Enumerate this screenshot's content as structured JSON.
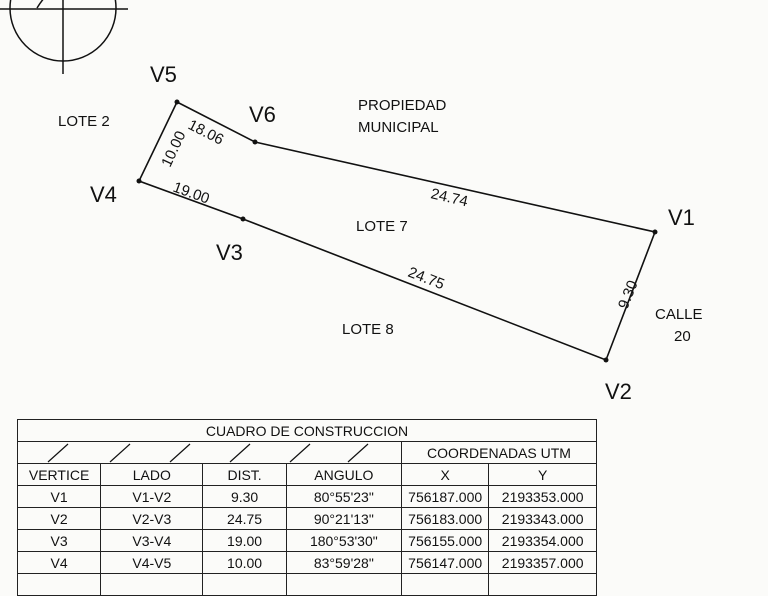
{
  "plan": {
    "labels": {
      "lote2": "LOTE 2",
      "propiedad_line1": "PROPIEDAD",
      "propiedad_line2": "MUNICIPAL",
      "lote7": "LOTE 7",
      "lote8": "LOTE 8",
      "calle_line1": "CALLE",
      "calle_line2": "20"
    },
    "vertices": {
      "v1": "V1",
      "v2": "V2",
      "v3": "V3",
      "v4": "V4",
      "v5": "V5",
      "v6": "V6"
    },
    "dimensions": {
      "v5_v6": "18.06",
      "v4_v5": "10.00",
      "v3_v4": "19.00",
      "v6_v1": "24.74",
      "v2_v3": "24.75",
      "v1_v2": "9.30"
    }
  },
  "table": {
    "title": "CUADRO DE CONSTRUCCION",
    "coords_header": "COORDENADAS UTM",
    "headers": [
      "VERTICE",
      "LADO",
      "DIST.",
      "ANGULO",
      "X",
      "Y"
    ],
    "rows": [
      [
        "V1",
        "V1-V2",
        "9.30",
        "80°55'23\"",
        "756187.000",
        "2193353.000"
      ],
      [
        "V2",
        "V2-V3",
        "24.75",
        "90°21'13\"",
        "756183.000",
        "2193343.000"
      ],
      [
        "V3",
        "V3-V4",
        "19.00",
        "180°53'30\"",
        "756155.000",
        "2193354.000"
      ],
      [
        "V4",
        "V4-V5",
        "10.00",
        "83°59'28\"",
        "756147.000",
        "2193357.000"
      ]
    ]
  }
}
